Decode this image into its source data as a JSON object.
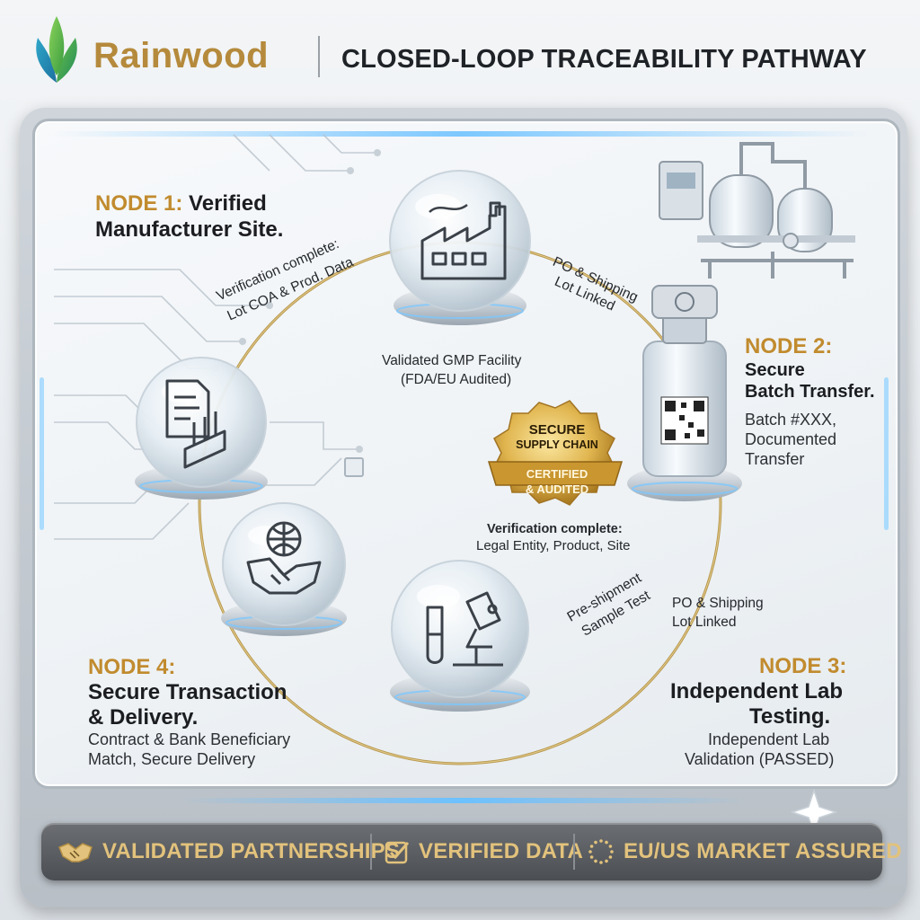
{
  "header": {
    "brand": "Rainwood",
    "title": "CLOSED-LOOP TRACEABILITY PATHWAY",
    "logo_icon": "leaf-logo-icon"
  },
  "colors": {
    "gold": "#c18b2e",
    "ring": "#b8984e",
    "glow": "#7cc8ff",
    "footer_text": "#e2c27c"
  },
  "nodes": {
    "node1": {
      "num": "NODE 1:",
      "title_l1": "Verified",
      "title_l2": "Manufacturer Site.",
      "icon": "factory-icon",
      "caption_l1": "Validated GMP Facility",
      "caption_l2": "(FDA/EU Audited)"
    },
    "node2": {
      "num": "NODE 2:",
      "title_l1": "Secure",
      "title_l2": "Batch Transfer.",
      "desc_l1": "Batch #XXX,",
      "desc_l2": "Documented",
      "desc_l3": "Transfer",
      "icon": "vial-qr-icon"
    },
    "node3": {
      "num": "NODE 3:",
      "title_l1": "Independent Lab",
      "title_l2": "Testing.",
      "desc_l1": "Independent Lab",
      "desc_l2": "Validation (PASSED)",
      "icon": "microscope-icon"
    },
    "node4": {
      "num": "NODE 4:",
      "title_l1": "Secure Transaction",
      "title_l2": "& Delivery.",
      "desc_l1": "Contract & Bank Beneficiary",
      "desc_l2": "Match, Secure Delivery",
      "icon": "handshake-globe-icon"
    },
    "docs": {
      "icon": "document-chart-icon"
    }
  },
  "path_labels": {
    "verify_l1": "Verification complete:",
    "verify_l2": "Lot COA & Prod. Data",
    "po_top_l1": "PO & Shipping",
    "po_top_l2": "Lot Linked",
    "preshipment_l1": "Pre-shipment",
    "preshipment_l2": "Sample Test",
    "po_right_l1": "PO & Shipping",
    "po_right_l2": "Lot Linked",
    "center_l1": "Verification complete:",
    "center_l2": "Legal Entity, Product, Site"
  },
  "seal": {
    "l1": "SECURE",
    "l2": "SUPPLY CHAIN",
    "l3": "CERTIFIED",
    "l4": "& AUDITED"
  },
  "footer": [
    {
      "label": "VALIDATED PARTNERSHIPS",
      "icon": "handshake-icon"
    },
    {
      "label": "VERIFIED DATA",
      "icon": "checkbox-icon"
    },
    {
      "label": "EU/US MARKET ASSURED",
      "icon": "eu-stars-icon"
    }
  ]
}
